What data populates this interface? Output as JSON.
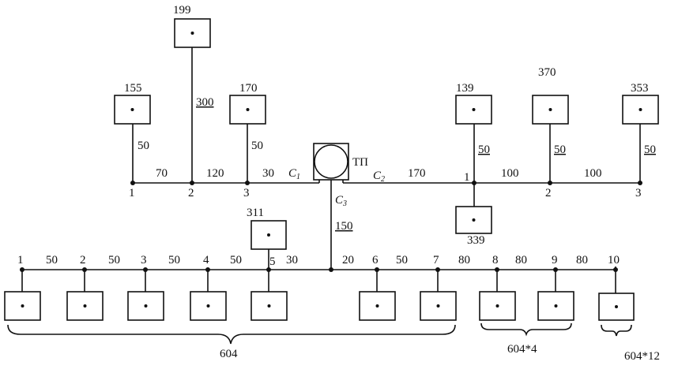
{
  "upper_left": {
    "node_labels": [
      "1",
      "2",
      "3"
    ],
    "segments": [
      "70",
      "120",
      "30"
    ],
    "cable_label": "C",
    "cable_sub": "1",
    "consumers": [
      {
        "load": "155",
        "length": "50"
      },
      {
        "load": "199",
        "length": "300"
      },
      {
        "load": "170",
        "length": "50"
      }
    ]
  },
  "substation": {
    "label": "ТП"
  },
  "upper_right": {
    "cable_label": "C",
    "cable_sub": "2",
    "feed_length": "170",
    "node_labels": [
      "1",
      "2",
      "3"
    ],
    "segments": [
      "100",
      "100"
    ],
    "consumers": [
      {
        "load": "139",
        "length": "50"
      },
      {
        "load": "370",
        "length": "50"
      },
      {
        "load": "353",
        "length": "50"
      }
    ],
    "below_consumer": {
      "load": "339"
    }
  },
  "lower": {
    "cable_label": "C",
    "cable_sub": "3",
    "feed_length": "150",
    "node_labels": [
      "1",
      "2",
      "3",
      "4",
      "5",
      "6",
      "7",
      "8",
      "9",
      "10"
    ],
    "segments": [
      "50",
      "50",
      "50",
      "50",
      "30",
      "20",
      "50",
      "80",
      "80",
      "80"
    ],
    "above_consumer": {
      "load": "311"
    },
    "group_labels": [
      "604",
      "604*4",
      "604*12"
    ]
  }
}
